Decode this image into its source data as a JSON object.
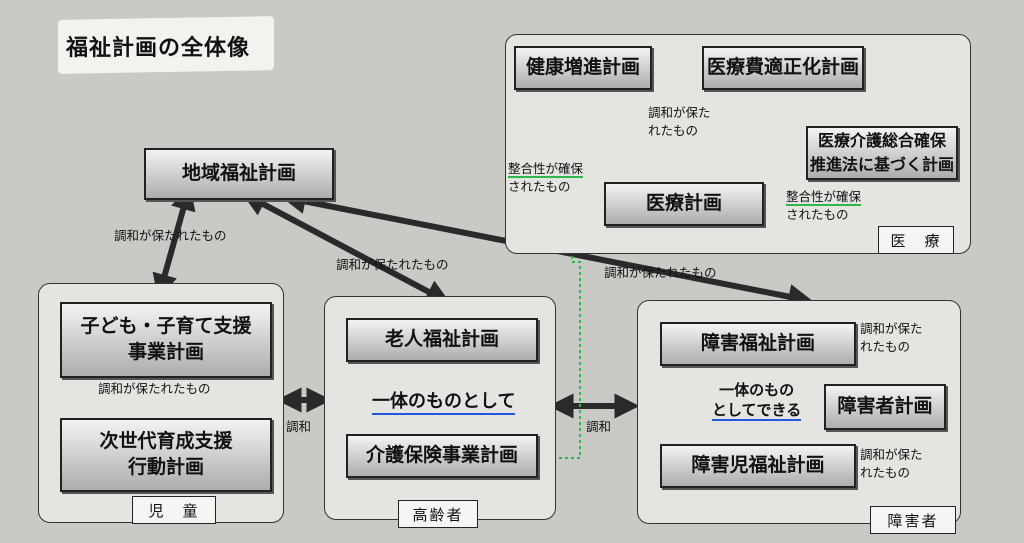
{
  "title": "福祉計画の全体像",
  "groups": {
    "medical": "医　療",
    "children": "児　童",
    "elderly": "高齢者",
    "disabled": "障害者"
  },
  "plans": {
    "community_welfare": "地域福祉計画",
    "health_promotion": "健康増進計画",
    "medical_cost": "医療費適正化計画",
    "medical_care": "医療介護総合確保\n推進法に基づく計画",
    "medical_plan": "医療計画",
    "children_support": "子ども・子育て支援\n事業計画",
    "next_generation": "次世代育成支援\n行動計画",
    "elderly_welfare": "老人福祉計画",
    "care_insurance": "介護保険事業計画",
    "disability_welfare": "障害福祉計画",
    "disabled_persons": "障害者計画",
    "disabled_children": "障害児福祉計画"
  },
  "labels": {
    "harmony_full": "調和が保たれたもの",
    "harmony_split": "調和が保た\nれたもの",
    "harmony_medical": "調和が保た\nれたもの",
    "harmony_short": "調和",
    "consistency_prefix": "整合性が確保",
    "consistency_suffix": "されたもの",
    "unified": "一体のものとして",
    "can_unify_1": "一体のもの",
    "can_unify_2": "としてできる"
  },
  "colors": {
    "accent_green": "#2db84a",
    "accent_blue": "#2458d8",
    "arrow": "#2a2a2a"
  }
}
